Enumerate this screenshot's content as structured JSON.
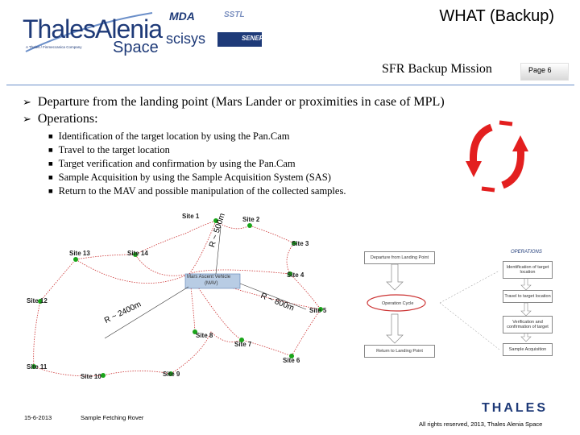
{
  "header": {
    "logo": {
      "name": "ThalesAlenia",
      "space": "Space",
      "tagline": "A Thales / Finmeccanica Company"
    },
    "partners": [
      "MDA",
      "scisys",
      "SSTL",
      "SENER"
    ],
    "title": "WHAT (Backup)",
    "subtitle": "SFR Backup Mission",
    "page_label": "Page 6"
  },
  "body": {
    "bullets": [
      "Departure from the landing point (Mars Lander or proximities in case of MPL)",
      "Operations:"
    ],
    "operations": [
      "Identification of the target location by using the Pan.Cam",
      "Travel to the target location",
      "Target verification and confirmation by using the Pan.Cam",
      "Sample Acquisition by using the Sample Acquisition System (SAS)",
      "Return to the MAV and possible manipulation of the collected samples."
    ]
  },
  "map": {
    "vehicle_label_1": "Mars Ascent Vehicle",
    "vehicle_label_2": "(MAV)",
    "radius_500": "R ~ 500m",
    "radius_800": "R ~ 800m",
    "radius_2400": "R ~ 2400m",
    "sites": [
      "Site 1",
      "Site 2",
      "Site 3",
      "Site 4",
      "Site 5",
      "Site 6",
      "Site 7",
      "Site 8",
      "Site 9",
      "Site 10",
      "Site 11",
      "Site 12",
      "Site 13",
      "Site 14"
    ]
  },
  "flowchart": {
    "left": [
      "Departure from Landing Point",
      "Operation Cycle",
      "Return to Landing Point"
    ],
    "ops_title": "OPERATIONS",
    "right": [
      "Identification of target location",
      "Travel to target location",
      "Verification and confirmation of target",
      "Sample Acquisition"
    ]
  },
  "footer": {
    "date": "15-6-2013",
    "doc": "Sample Fetching Rover",
    "brand": "THALES",
    "rights": "All rights reserved, 2013, Thales Alenia Space"
  },
  "colors": {
    "brand_blue": "#1e3a78",
    "rule_blue": "#6b8fc9",
    "cycle_red": "#e31f1f",
    "site_green": "#1aa51a"
  }
}
